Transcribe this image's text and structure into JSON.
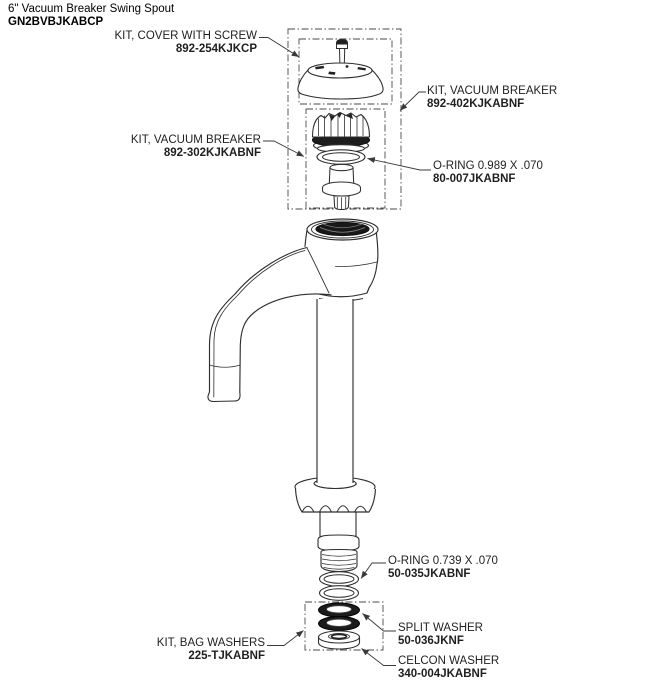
{
  "header": {
    "title": "6\" Vacuum Breaker Swing Spout",
    "model": "GN2BVBJKABCP"
  },
  "callouts": [
    {
      "label": "KIT, COVER WITH SCREW",
      "part": "892-254KJKCP"
    },
    {
      "label": "KIT, VACUUM BREAKER",
      "part": "892-402KJKABNF"
    },
    {
      "label": "KIT, VACUUM BREAKER",
      "part": "892-302KJKABNF"
    },
    {
      "label": "O-RING 0.989 X .070",
      "part": "80-007JKABNF"
    },
    {
      "label": "O-RING 0.739 X .070",
      "part": "50-035JKABNF"
    },
    {
      "label": "SPLIT WASHER",
      "part": "50-036JKNF"
    },
    {
      "label": "KIT, BAG WASHERS",
      "part": "225-TJKABNF"
    },
    {
      "label": "CELCON WASHER",
      "part": "340-004JKABNF"
    }
  ],
  "colors": {
    "line": "#2f2f2f",
    "dark_fill": "#1c1c1c",
    "leader": "#3a3a3a",
    "dash_box": "#4a4a4a",
    "background": "#ffffff",
    "text": "#1f1f1f"
  }
}
